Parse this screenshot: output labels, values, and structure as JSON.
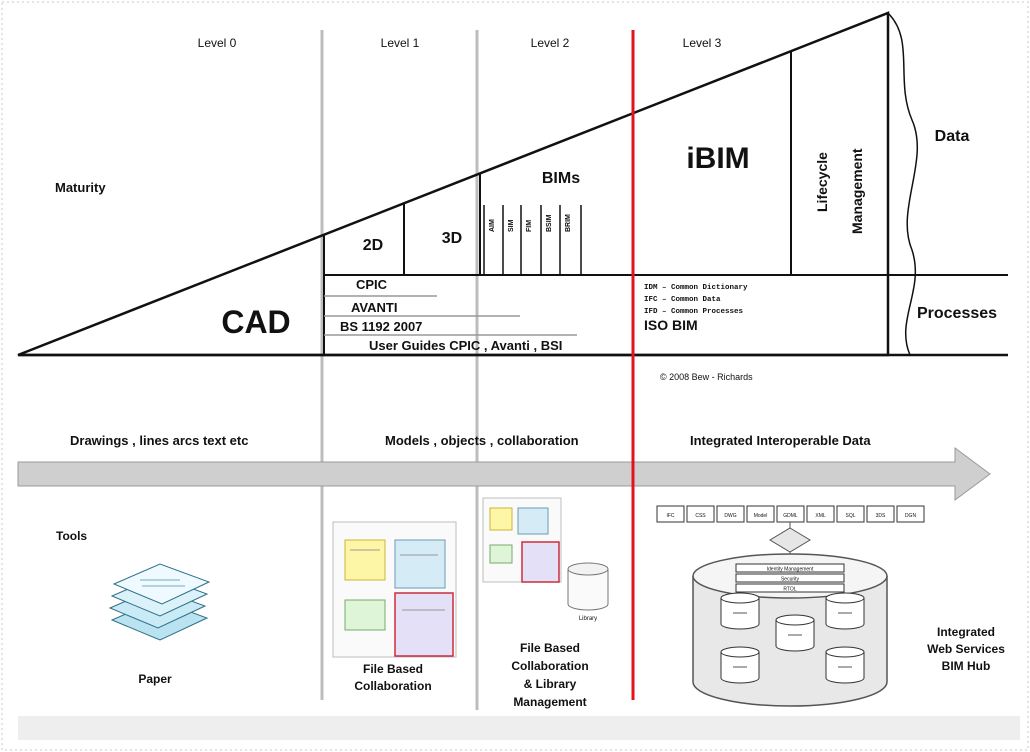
{
  "levels": [
    "Level 0",
    "Level 1",
    "Level 2",
    "Level 3"
  ],
  "maturity_label": "Maturity",
  "cad_label": "CAD",
  "level1": {
    "two_d": "2D",
    "three_d": "3D"
  },
  "bims": {
    "title": "BIMs",
    "columns": [
      "AIM",
      "SIM",
      "FIM",
      "BSIM",
      "BRIM"
    ]
  },
  "ibim_label": "iBIM",
  "lifecycle": {
    "line1": "Lifecycle",
    "line2": "Management"
  },
  "side_labels": {
    "data": "Data",
    "processes": "Processes"
  },
  "standards": [
    "CPIC",
    "AVANTI",
    "BS 1192  2007",
    "User Guides CPIC , Avanti , BSI"
  ],
  "level3_standards": [
    "IDM – Common Dictionary",
    "IFC – Common Data",
    "IFD – Common Processes"
  ],
  "iso_bim": "ISO BIM",
  "copyright": "© 2008 Bew - Richards",
  "arrow_labels": [
    "Drawings ,  lines arcs text etc",
    "Models ,  objects , collaboration",
    "Integrated    Interoperable Data"
  ],
  "tools_label": "Tools",
  "paper_label": "Paper",
  "tool_captions": {
    "file_based": [
      "File Based",
      "Collaboration"
    ],
    "file_based_library": [
      "File Based",
      "Collaboration",
      "& Library",
      "Management"
    ]
  },
  "library_label": "Library",
  "hub_formats": [
    "IFC",
    "CSS",
    "DWG",
    "Model",
    "GDML",
    "XML",
    "SQL",
    "3DS",
    "DGN"
  ],
  "hub_services": [
    "Identity Management",
    "Security",
    "RTOL"
  ],
  "hub_label": [
    "Integrated",
    "Web Services",
    "BIM Hub"
  ],
  "colors": {
    "level3_line": "#e0141c",
    "divider": "#bdbdbd",
    "arrow": "#cfcfcf",
    "sheet": "#e9f6fb"
  }
}
